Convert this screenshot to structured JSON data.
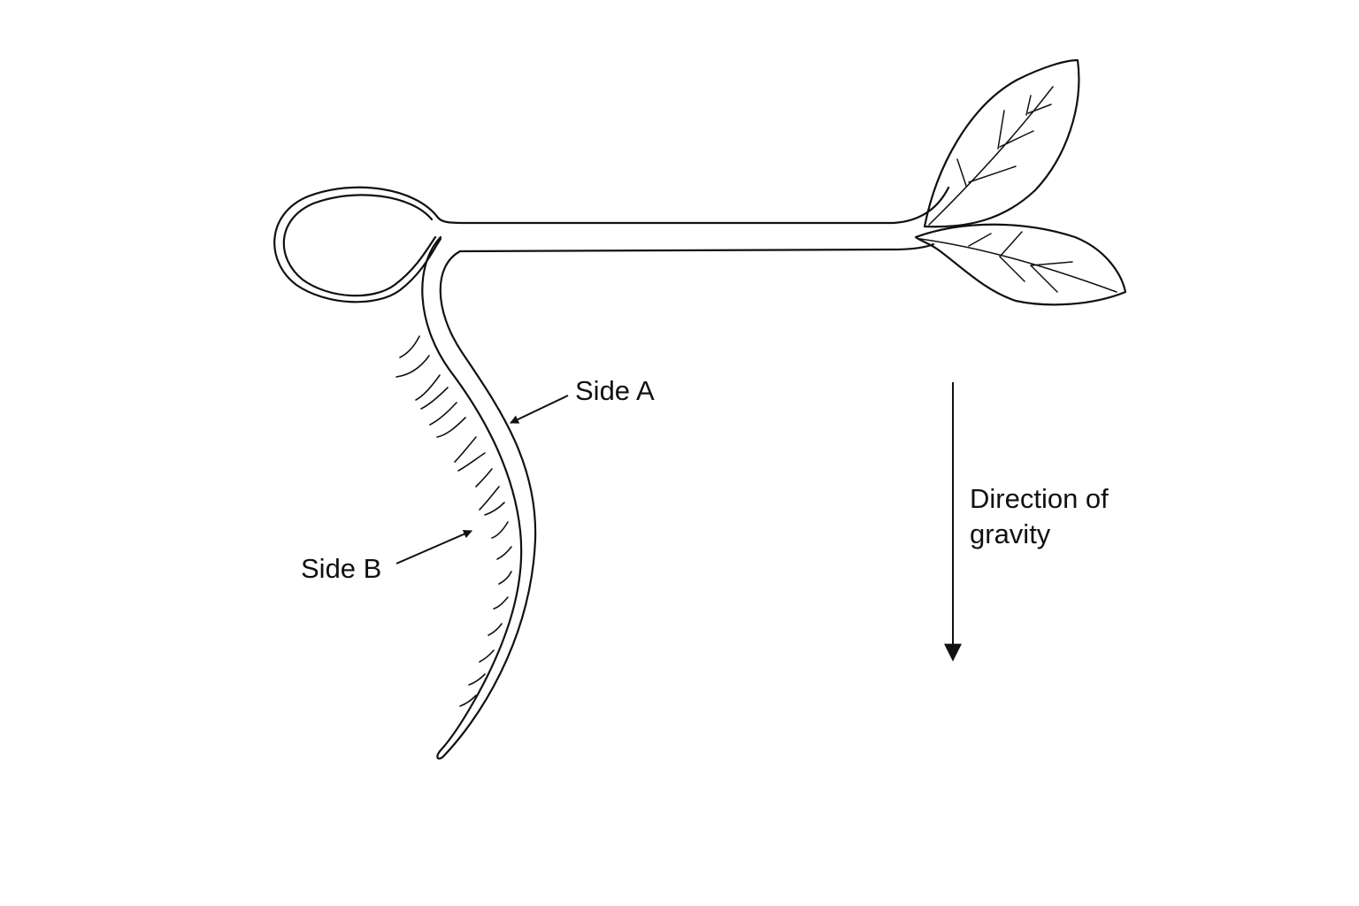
{
  "labels": {
    "side_a": "Side A",
    "side_b": "Side B",
    "gravity_line1": "Direction of",
    "gravity_line2": "gravity"
  },
  "colors": {
    "stroke": "#111111",
    "background": "#ffffff"
  }
}
